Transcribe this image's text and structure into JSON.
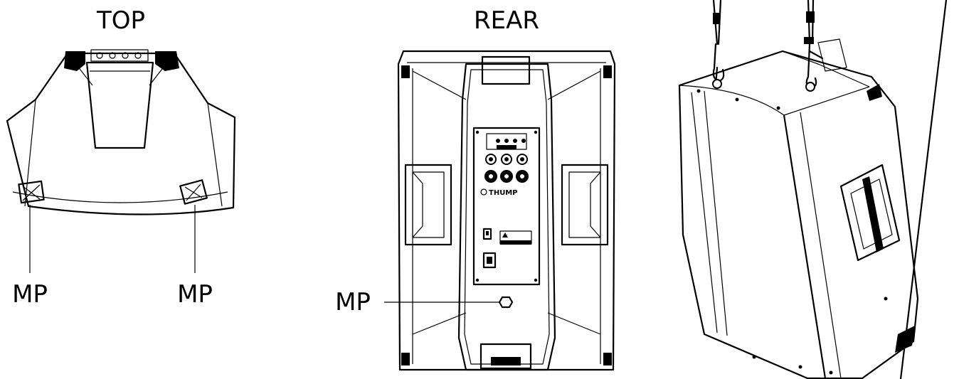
{
  "views": {
    "top": {
      "title": "TOP",
      "left_callout": "MP",
      "right_callout": "MP"
    },
    "rear": {
      "title": "REAR",
      "callout": "MP",
      "panel_brand": "THUMP"
    },
    "suspended": {
      "title": ""
    }
  },
  "colors": {
    "line": "#000000",
    "background": "#ffffff"
  }
}
